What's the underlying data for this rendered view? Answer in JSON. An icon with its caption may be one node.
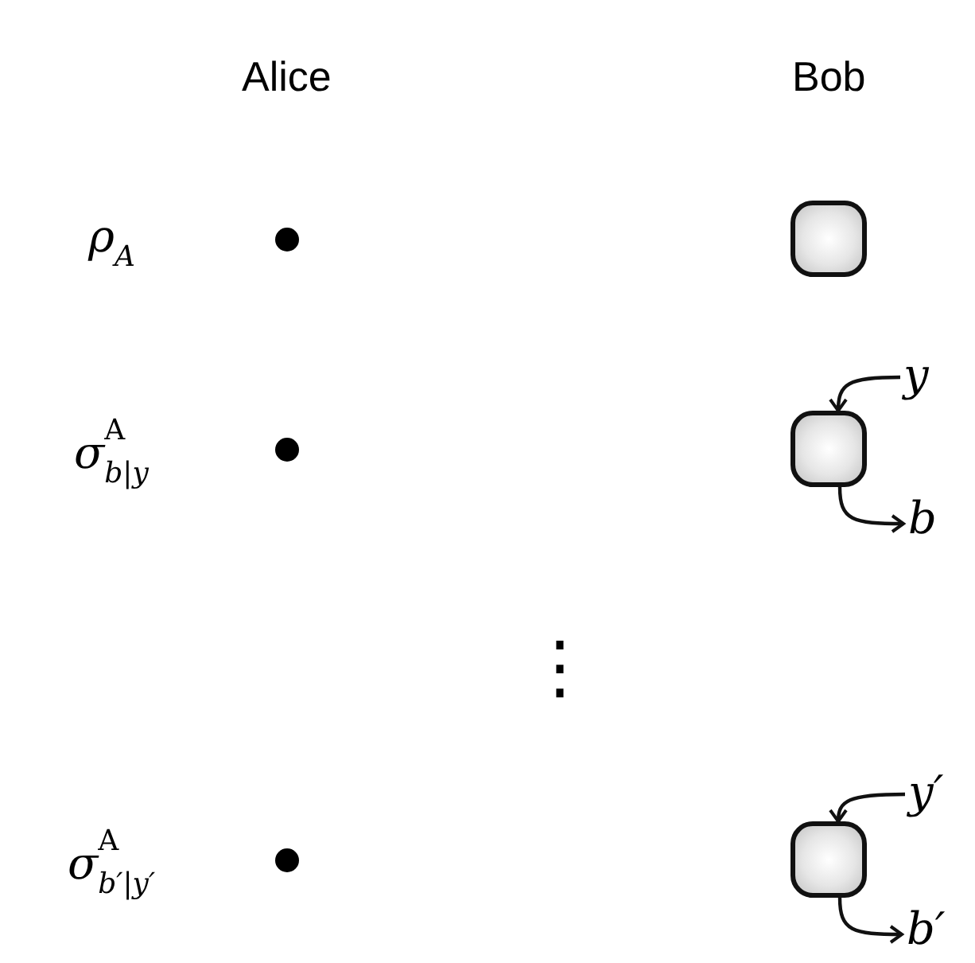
{
  "diagram": {
    "nodes": [
      {
        "text": [],
        "shape": "circle"
      },
      {
        "text": [],
        "shape": "box"
      },
      {
        "text": [],
        "shape": "circle"
      },
      {
        "text": [
          "y"
        ]
      },
      {
        "text": [],
        "shape": "box"
      },
      {
        "text": [
          "b"
        ]
      },
      {
        "text": [],
        "shape": "circle"
      },
      {
        "text": [
          "y′"
        ]
      },
      {
        "text": [],
        "shape": "box"
      },
      {
        "text": [
          "b′"
        ]
      }
    ],
    "edges": [
      {
        "from": 3,
        "to": 4,
        "arrow": "to"
      },
      {
        "from": 4,
        "to": 5,
        "arrow": "to"
      },
      {
        "from": 7,
        "to": 8,
        "arrow": "to"
      },
      {
        "from": 8,
        "to": 9,
        "arrow": "to"
      }
    ],
    "labels": [
      "Alice",
      "Bob",
      "ρ$_{A}$",
      "σ$^{A}$$_{b|y}$",
      "⋮",
      "σ$^{A}$$_{b′|y′}$"
    ]
  }
}
